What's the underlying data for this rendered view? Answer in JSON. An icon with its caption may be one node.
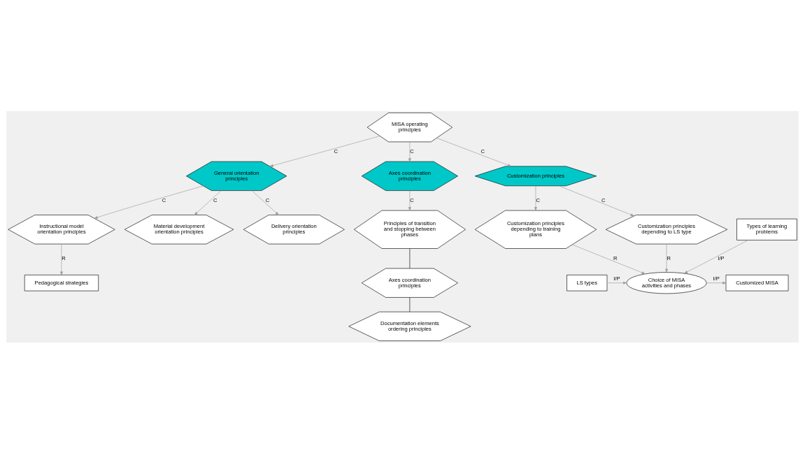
{
  "diagram": {
    "nodes": [
      {
        "text": [
          "MISA operating principles"
        ]
      },
      {
        "text": [
          "General orientation principles"
        ]
      },
      {
        "text": [
          "Axes coordination principles"
        ]
      },
      {
        "text": [
          "Instructional model orientation principles"
        ]
      },
      {
        "text": [
          "Material development orientation principles"
        ]
      },
      {
        "text": [
          "Delivery orientation principles"
        ]
      },
      {
        "text": [
          "Pedagogical strategies"
        ]
      },
      {
        "text": [
          "Customization principles"
        ]
      },
      {
        "text": [
          "Principles of transition and stopping between phases"
        ]
      },
      {
        "text": [
          "Axes coordination principles"
        ]
      },
      {
        "text": [
          "Documentation elements ordering principles"
        ]
      },
      {
        "text": [
          "Customization principles depending to training plans"
        ]
      },
      {
        "text": [
          "Customization principles depending to LS type"
        ]
      },
      {
        "text": [
          "Customized MISA"
        ]
      },
      {
        "text": [
          "Choice of MISA activities and phases"
        ]
      },
      {
        "text": [
          "LS types"
        ]
      },
      {
        "text": [
          "Types of learning problems"
        ]
      }
    ],
    "edges": [
      {
        "from": 0,
        "to": 1,
        "arrow": "to",
        "label": "C"
      },
      {
        "from": 0,
        "to": 2,
        "arrow": "to",
        "label": "C"
      },
      {
        "from": 0,
        "to": 7,
        "arrow": "to",
        "label": "C"
      },
      {
        "from": 1,
        "to": 3,
        "arrow": "to",
        "label": "C"
      },
      {
        "from": 1,
        "to": 4,
        "arrow": "to",
        "label": "C"
      },
      {
        "from": 1,
        "to": 5,
        "arrow": "to",
        "label": "C"
      },
      {
        "from": 3,
        "to": 6,
        "arrow": "to",
        "label": "R"
      },
      {
        "from": 2,
        "to": 8,
        "arrow": "to",
        "label": "C"
      },
      {
        "from": 7,
        "to": 11,
        "arrow": "to",
        "label": "C"
      },
      {
        "from": 7,
        "to": 12,
        "arrow": "to",
        "label": "C"
      },
      {
        "from": 11,
        "to": 14,
        "arrow": "to",
        "label": "R"
      },
      {
        "from": 12,
        "to": 14,
        "arrow": "to",
        "label": "R"
      },
      {
        "from": 14,
        "to": 13,
        "arrow": "to",
        "label": "I/P"
      },
      {
        "from": 15,
        "to": 14,
        "arrow": "to",
        "label": "I/P"
      },
      {
        "from": 16,
        "to": 14,
        "arrow": "to",
        "label": "I/P"
      },
      {
        "from": 8,
        "to": 9,
        "arrow": "none",
        "color": "#000000"
      },
      {
        "from": 9,
        "to": 10,
        "arrow": "none",
        "color": "#000000"
      }
    ]
  }
}
